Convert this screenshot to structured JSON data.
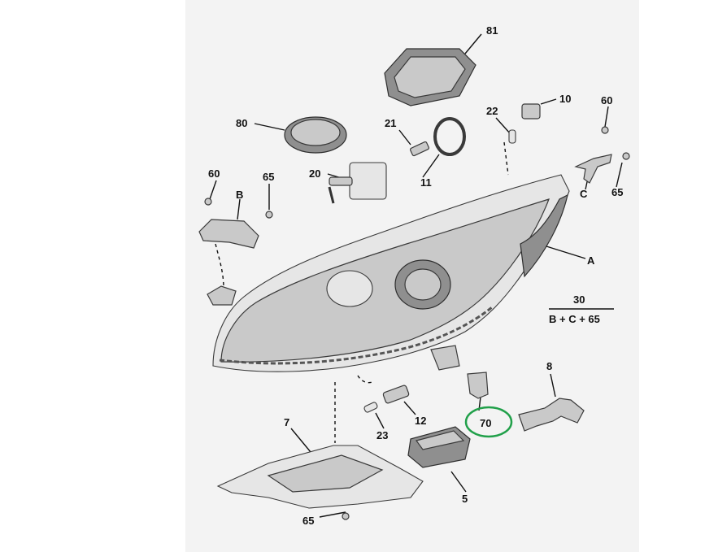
{
  "labels": {
    "l81": "81",
    "l10": "10",
    "l60a": "60",
    "l22": "22",
    "l80": "80",
    "l21": "21",
    "l20": "20",
    "l11": "11",
    "lC": "C",
    "l65a": "65",
    "l60b": "60",
    "l65b": "65",
    "lB": "B",
    "lA": "A",
    "l30": "30",
    "formula": "B + C + 65",
    "l8": "8",
    "l70": "70",
    "l7": "7",
    "l12": "12",
    "l23": "23",
    "l5": "5",
    "l65c": "65"
  },
  "highlight_color": "#21a04a"
}
